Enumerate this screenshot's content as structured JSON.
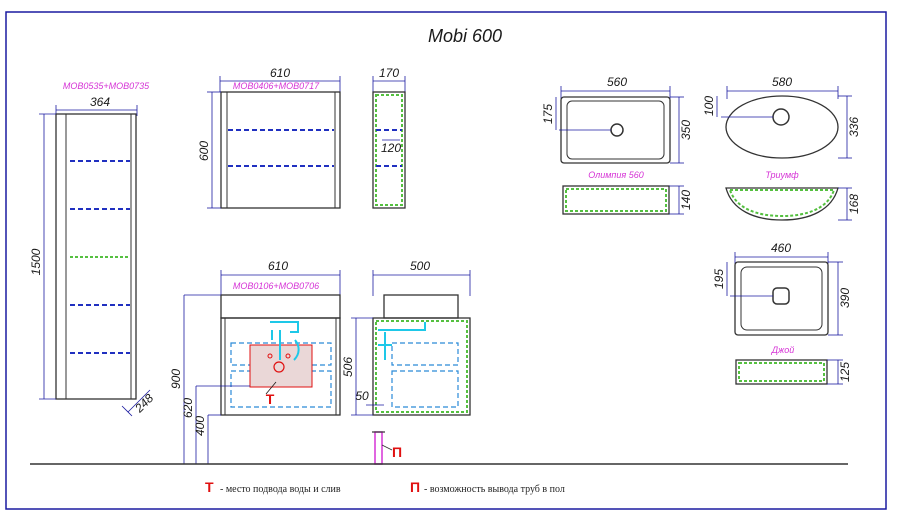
{
  "title": "Mobi 600",
  "tall_cabinet": {
    "label": "MOB0535+MOB0735",
    "width": "364",
    "height": "1500",
    "depth": "248"
  },
  "mirror_cabinet": {
    "label": "MOB0406+MOB0717",
    "width": "610",
    "height": "600",
    "side_depth": "170",
    "side_shelf": "120"
  },
  "vanity": {
    "label": "MOB0106+MOB0706",
    "width": "610",
    "side_depth": "500",
    "height": "506",
    "overall": "900",
    "h620": "620",
    "h400": "400",
    "h50": "50"
  },
  "sinks": {
    "olimpia": {
      "name": "Олимпия 560",
      "width": "560",
      "depth": "350",
      "drain": "175",
      "height": "140"
    },
    "triumf": {
      "name": "Триумф",
      "width": "580",
      "depth": "336",
      "drain": "100",
      "height": "168"
    },
    "dzhoy": {
      "name": "Джой",
      "width": "460",
      "depth": "390",
      "drain": "195",
      "height": "125"
    }
  },
  "markers": {
    "t": "Т",
    "p": "П"
  },
  "legend": {
    "t_key": "Т",
    "t_text": "- место подвода воды и слив",
    "p_key": "П",
    "p_text": "- возможность вывода труб в пол"
  },
  "colors": {
    "frame": "#1a1aa0",
    "dim": "#1a1aa0",
    "magenta": "#d633d6",
    "red": "#e01010",
    "blue": "#2030c0",
    "cyan": "#2a8ad8",
    "green": "#55c040"
  }
}
